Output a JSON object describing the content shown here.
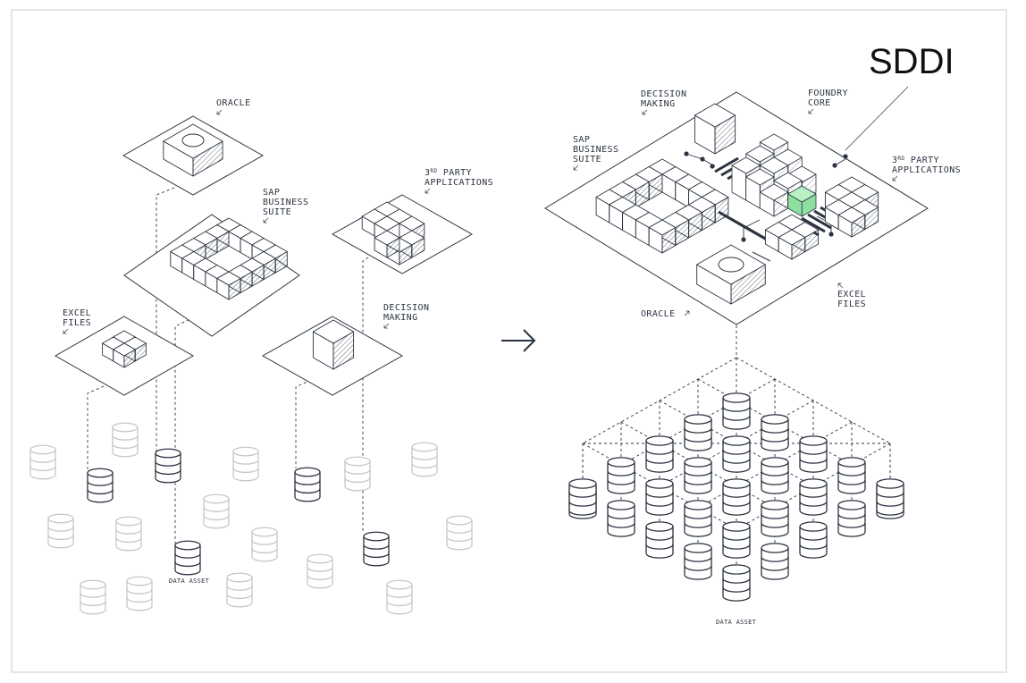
{
  "left_panel": {
    "label_oracle": "ORACLE",
    "label_sap": [
      "SAP",
      "BUSINESS",
      "SUITE"
    ],
    "label_3rd_party": [
      "3RD PARTY",
      "APPLICATIONS"
    ],
    "label_excel": [
      "EXCEL",
      "FILES"
    ],
    "label_decision": [
      "DECISION",
      "MAKING"
    ],
    "label_data_asset": "DATA ASSET"
  },
  "right_panel": {
    "title": "SDDI",
    "label_decision": [
      "DECISION",
      "MAKING"
    ],
    "label_foundry": [
      "FOUNDRY",
      "CORE"
    ],
    "label_sap": [
      "SAP",
      "BUSINESS",
      "SUITE"
    ],
    "label_3rd_party": [
      "3RD PARTY",
      "APPLICATIONS"
    ],
    "label_excel": [
      "EXCEL",
      "FILES"
    ],
    "label_oracle": "ORACLE",
    "label_data_asset": "DATA ASSET"
  },
  "icons": {
    "arrow": "arrow-right-icon",
    "leader_arrow_sw": "arrow-southwest-icon",
    "leader_arrow_ne": "arrow-northeast-icon",
    "leader_arrow_nw": "arrow-northwest-icon"
  },
  "colors": {
    "ink": "#2b3440",
    "faded": "#c4c8cd",
    "highlight_green": "#8fe0a0",
    "border": "#d9d9d9"
  }
}
